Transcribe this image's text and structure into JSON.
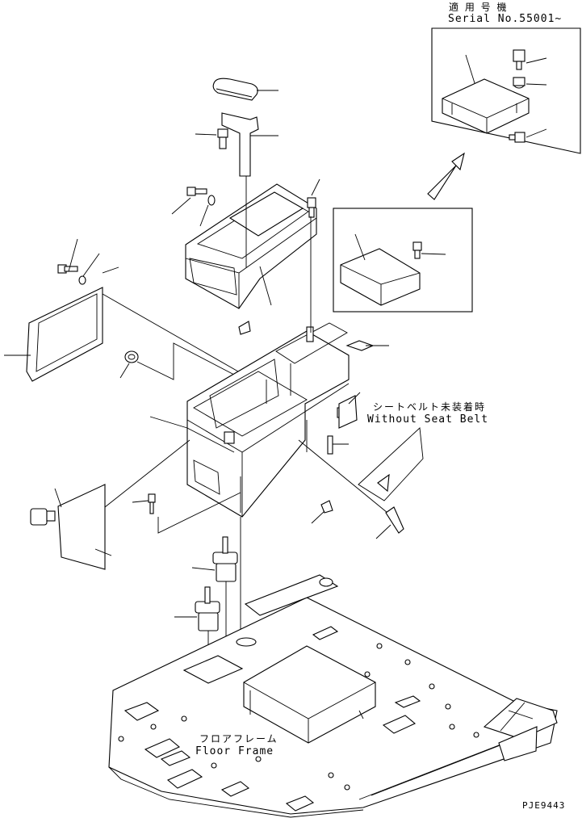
{
  "labels": {
    "applicable_serial_jp": "適 用 号 機",
    "applicable_serial_en": "Serial No.55001~",
    "seatbelt_jp": "シートベルト未装着時",
    "seatbelt_en": "Without Seat Belt",
    "floor_frame_jp": "フロアフレーム",
    "floor_frame_en": "Floor Frame",
    "drawing_code": "PJE9443"
  },
  "colors": {
    "line": "#000000",
    "background": "#ffffff"
  }
}
